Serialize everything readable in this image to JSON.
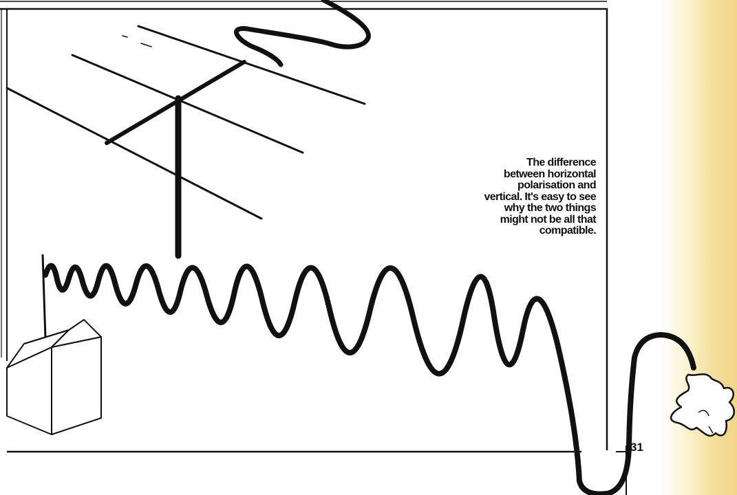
{
  "caption": {
    "lines": [
      "The difference",
      "between horizontal",
      "polarisation and",
      "vertical. It's easy to see",
      "why the two things",
      "might not be all that",
      "compatible."
    ]
  },
  "page_number": "31"
}
